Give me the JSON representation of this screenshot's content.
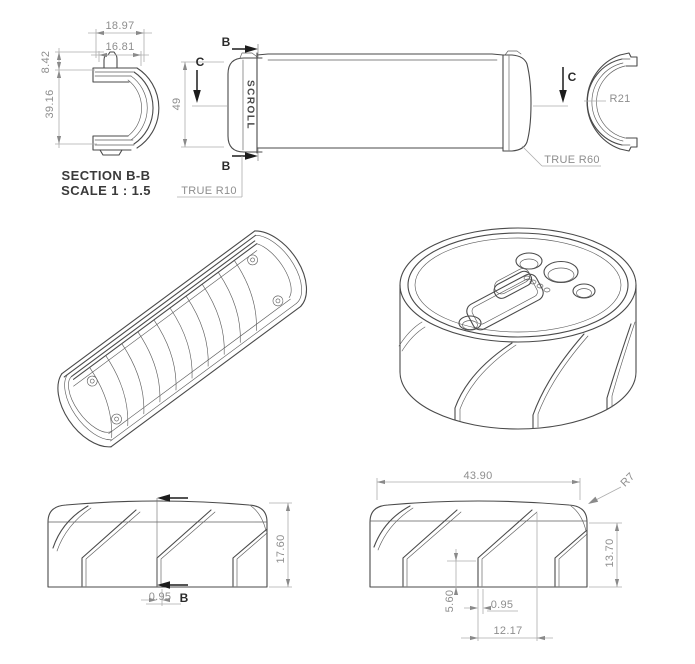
{
  "page": {
    "background": "#ffffff"
  },
  "colors": {
    "edge": "#4a4a4a",
    "dim_line": "#adadad",
    "dim_text": "#8e8e8e",
    "label_text": "#3a3a3a",
    "section_marker": "#1c1c1c"
  },
  "views": {
    "section_bb": {
      "name": "SECTION B-B",
      "scale": "SCALE 1 : 1.5",
      "dim_width_outer": "18.97",
      "dim_width_inner": "16.81",
      "dim_tab_height": "8.42",
      "dim_body_height": "39.16"
    },
    "side": {
      "part_label": "SCROLL",
      "marker_b_top": "B",
      "marker_b_bottom": "B",
      "marker_c_left": "C",
      "marker_c_right": "C",
      "dim_height": "49",
      "note_left_radius": "TRUE R10",
      "note_right_radius": "TRUE R60"
    },
    "end_ring": {
      "dim_radius": "R21"
    },
    "front_left": {
      "dim_height": "17.60",
      "dim_groove_width": "0.95",
      "marker_b": "B"
    },
    "front_right": {
      "dim_width": "43.90",
      "dim_corner_radius": "R7",
      "dim_height": "13.70",
      "dim_groove_depth": "5.60",
      "dim_groove_width": "0.95",
      "dim_groove_pitch": "12.17"
    }
  }
}
